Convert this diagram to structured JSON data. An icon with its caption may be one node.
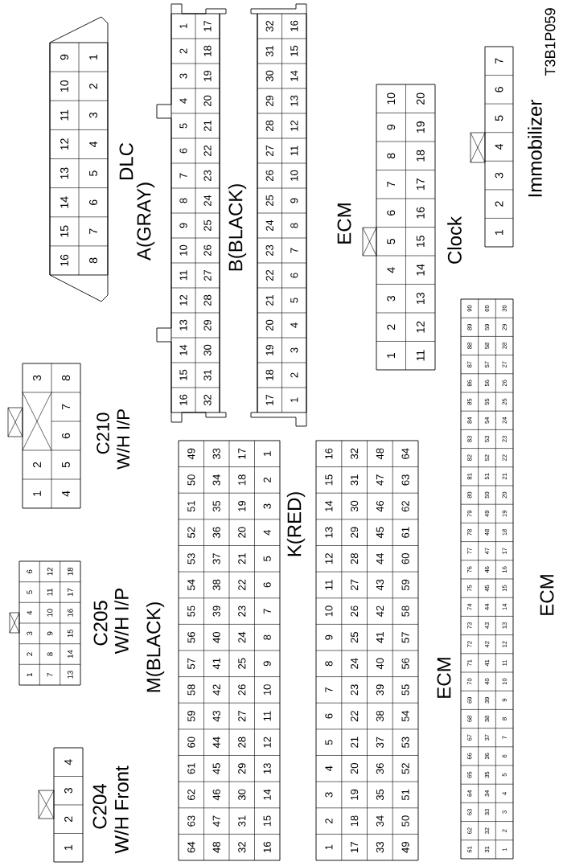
{
  "diagram": {
    "labels": [
      "1",
      "2",
      "3",
      "4",
      "C204",
      "W/H Front",
      "1",
      "2",
      "3",
      "4",
      "5",
      "6",
      "7",
      "8",
      "9",
      "10",
      "11",
      "12",
      "13",
      "14",
      "15",
      "16",
      "17",
      "18",
      "C205",
      "W/H I/P",
      "1",
      "2",
      "3",
      "4",
      "5",
      "6",
      "7",
      "8",
      "C210",
      "W/H I/P",
      "16",
      "15",
      "14",
      "13",
      "12",
      "11",
      "10",
      "9",
      "8",
      "7",
      "6",
      "5",
      "4",
      "3",
      "2",
      "1",
      "DLC",
      "A(GRAY)",
      "16",
      "15",
      "14",
      "13",
      "12",
      "11",
      "10",
      "9",
      "8",
      "7",
      "6",
      "5",
      "4",
      "3",
      "2",
      "1",
      "32",
      "31",
      "30",
      "29",
      "28",
      "27",
      "26",
      "25",
      "24",
      "23",
      "22",
      "21",
      "20",
      "19",
      "18",
      "17",
      "B(BLACK)",
      "17",
      "18",
      "19",
      "20",
      "21",
      "22",
      "23",
      "24",
      "25",
      "26",
      "27",
      "28",
      "29",
      "30",
      "31",
      "32",
      "1",
      "2",
      "3",
      "4",
      "5",
      "6",
      "7",
      "8",
      "9",
      "10",
      "11",
      "12",
      "13",
      "14",
      "15",
      "16",
      "ECM",
      "1",
      "2",
      "3",
      "4",
      "5",
      "6",
      "7",
      "8",
      "9",
      "10",
      "11",
      "12",
      "13",
      "14",
      "15",
      "16",
      "17",
      "18",
      "19",
      "20",
      "Clock",
      "1",
      "2",
      "3",
      "4",
      "5",
      "6",
      "7",
      "Immobilizer",
      "T3B1P059",
      "M(BLACK)",
      "64",
      "63",
      "62",
      "61",
      "60",
      "59",
      "58",
      "57",
      "56",
      "55",
      "54",
      "53",
      "52",
      "51",
      "50",
      "49",
      "48",
      "47",
      "46",
      "45",
      "44",
      "43",
      "42",
      "41",
      "40",
      "39",
      "38",
      "37",
      "36",
      "35",
      "34",
      "33",
      "32",
      "31",
      "30",
      "29",
      "28",
      "27",
      "26",
      "25",
      "24",
      "23",
      "22",
      "21",
      "20",
      "19",
      "18",
      "17",
      "16",
      "15",
      "14",
      "13",
      "12",
      "11",
      "10",
      "9",
      "8",
      "7",
      "6",
      "5",
      "4",
      "3",
      "2",
      "1",
      "K(RED)",
      "1",
      "2",
      "3",
      "4",
      "5",
      "6",
      "7",
      "8",
      "9",
      "10",
      "11",
      "12",
      "13",
      "14",
      "15",
      "16",
      "17",
      "18",
      "19",
      "20",
      "21",
      "22",
      "23",
      "24",
      "25",
      "26",
      "27",
      "28",
      "29",
      "30",
      "31",
      "32",
      "33",
      "34",
      "35",
      "36",
      "37",
      "38",
      "39",
      "40",
      "41",
      "42",
      "43",
      "44",
      "45",
      "46",
      "47",
      "48",
      "49",
      "50",
      "51",
      "52",
      "53",
      "54",
      "55",
      "56",
      "57",
      "58",
      "59",
      "60",
      "61",
      "62",
      "63",
      "64",
      "ECM",
      "61",
      "62",
      "63",
      "64",
      "65",
      "66",
      "67",
      "68",
      "69",
      "70",
      "71",
      "72",
      "73",
      "74",
      "75",
      "76",
      "77",
      "78",
      "79",
      "80",
      "81",
      "82",
      "83",
      "84",
      "85",
      "86",
      "87",
      "88",
      "89",
      "90",
      "31",
      "32",
      "33",
      "34",
      "35",
      "36",
      "37",
      "38",
      "39",
      "40",
      "41",
      "42",
      "43",
      "44",
      "45",
      "46",
      "47",
      "48",
      "49",
      "50",
      "51",
      "52",
      "53",
      "54",
      "55",
      "56",
      "57",
      "58",
      "59",
      "60",
      "1",
      "2",
      "3",
      "4",
      "5",
      "6",
      "7",
      "8",
      "9",
      "10",
      "11",
      "12",
      "13",
      "14",
      "15",
      "16",
      "17",
      "18",
      "19",
      "20",
      "21",
      "22",
      "23",
      "24",
      "25",
      "26",
      "27",
      "28",
      "29",
      "30",
      "ECM"
    ]
  }
}
